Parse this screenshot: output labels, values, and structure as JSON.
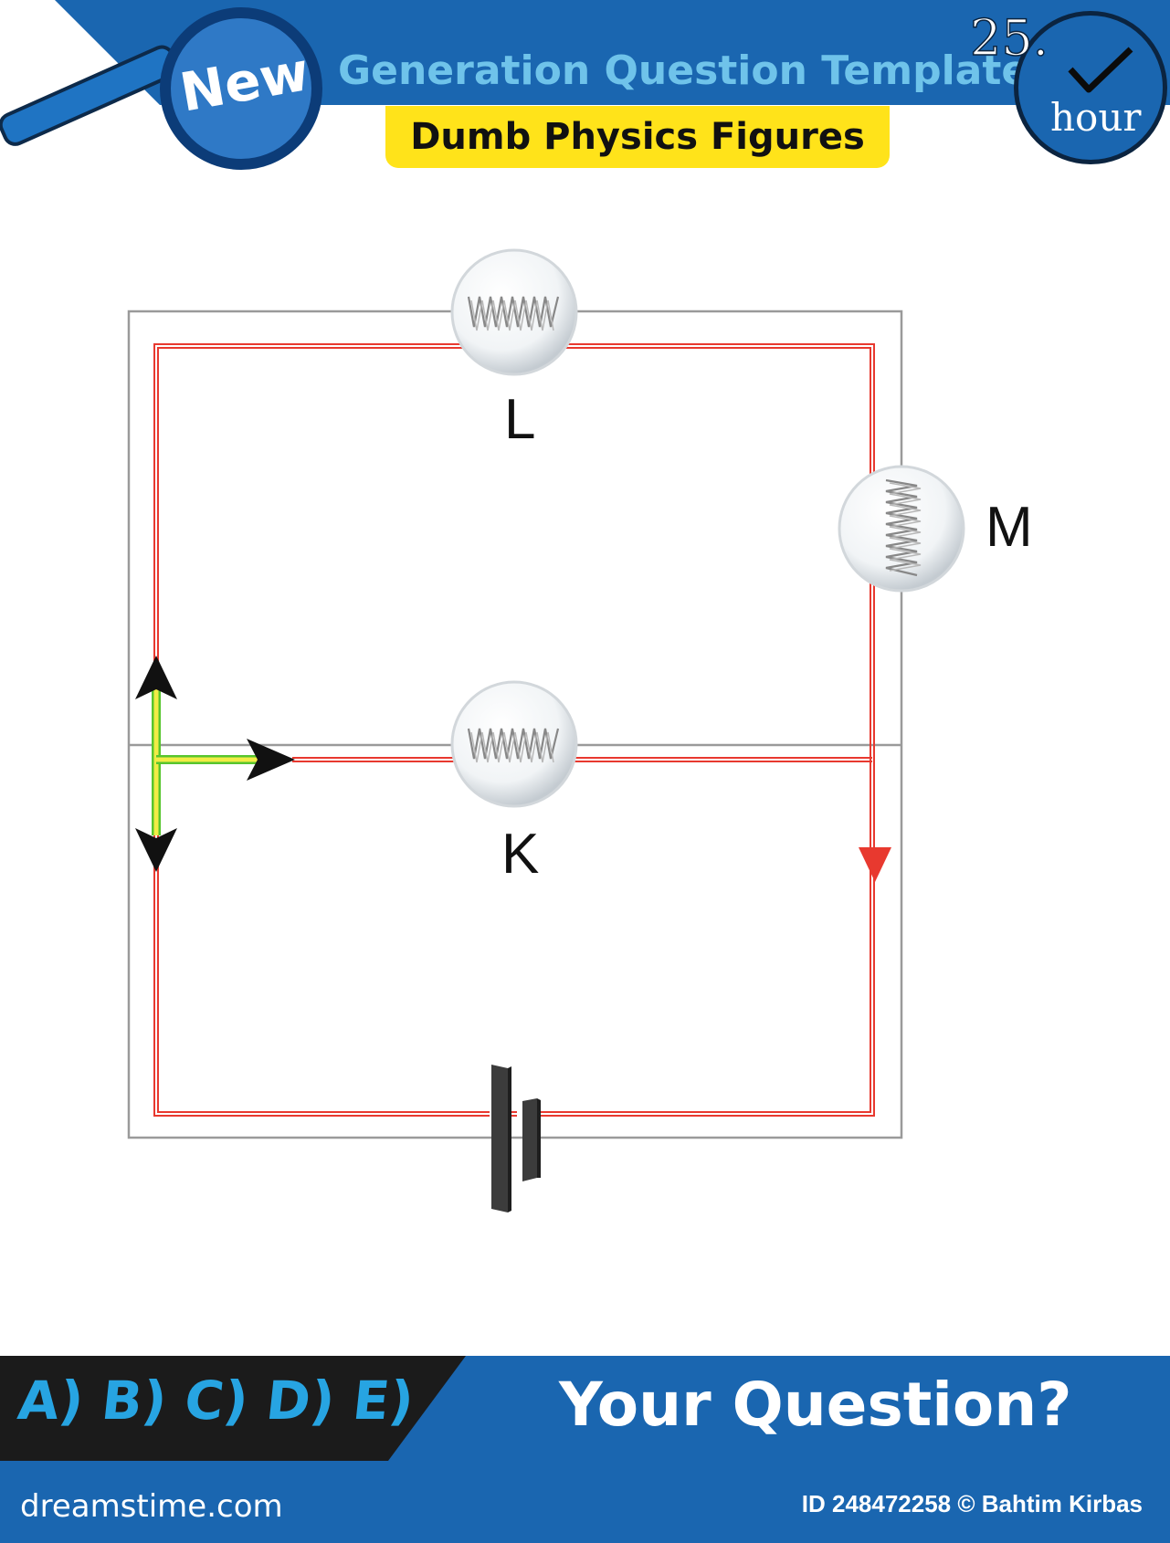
{
  "header": {
    "new_badge": "New",
    "title": "Generation Question Template",
    "subtitle": "Dumb Physics Figures",
    "clock_number": "25.",
    "clock_unit": "hour"
  },
  "circuit": {
    "bulb_labels": [
      "L",
      "M",
      "K"
    ]
  },
  "footer": {
    "answers": "A) B) C) D) E)",
    "question": "Your Question?",
    "site": "dreamstime.com",
    "id_credit": "ID 248472258 © Bahtim Kirbas"
  },
  "colors": {
    "header_blue": "#1a66b0",
    "title_light_blue": "#6fc3ea",
    "subtitle_yellow": "#ffe31a",
    "current_red": "#e8392f",
    "wire_gray": "#9a9a9a",
    "highlight_yellow": "#f2ec45",
    "highlight_green": "#57c52e"
  }
}
